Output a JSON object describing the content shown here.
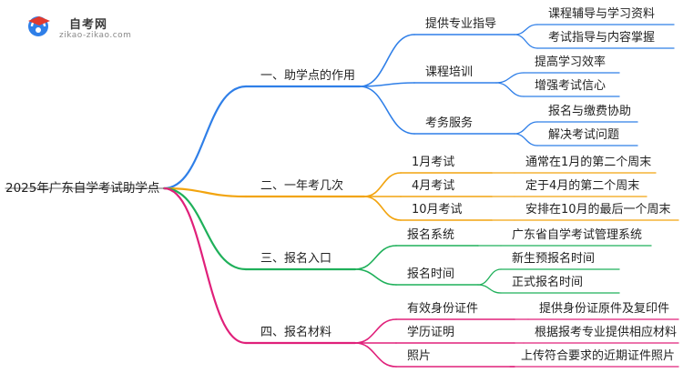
{
  "logo": {
    "name": "自考网",
    "url": "zikao-zikao.com"
  },
  "colors": {
    "blue": "#2f7fe8",
    "orange": "#f2a40f",
    "green": "#1fb05a",
    "pink": "#e0207a"
  },
  "root": "2025年广东自学考试助学点",
  "branches": [
    {
      "label": "一、助学点的作用",
      "children": [
        {
          "label": "提供专业指导",
          "children": [
            "课程辅导与学习资料",
            "考试指导与内容掌握"
          ]
        },
        {
          "label": "课程培训",
          "children": [
            "提高学习效率",
            "增强考试信心"
          ]
        },
        {
          "label": "考务服务",
          "children": [
            "报名与缴费协助",
            "解决考试问题"
          ]
        }
      ]
    },
    {
      "label": "二、一年考几次",
      "children": [
        {
          "label": "1月考试",
          "children": [
            "通常在1月的第二个周末"
          ]
        },
        {
          "label": "4月考试",
          "children": [
            "定于4月的第二个周末"
          ]
        },
        {
          "label": "10月考试",
          "children": [
            "安排在10月的最后一个周末"
          ]
        }
      ]
    },
    {
      "label": "三、报名入口",
      "children": [
        {
          "label": "报名系统",
          "children": [
            "广东省自学考试管理系统"
          ]
        },
        {
          "label": "报名时间",
          "children": [
            "新生预报名时间",
            "正式报名时间"
          ]
        }
      ]
    },
    {
      "label": "四、报名材料",
      "children": [
        {
          "label": "有效身份证件",
          "children": [
            "提供身份证原件及复印件"
          ]
        },
        {
          "label": "学历证明",
          "children": [
            "根据报考专业提供相应材料"
          ]
        },
        {
          "label": "照片",
          "children": [
            "上传符合要求的近期证件照片"
          ]
        }
      ]
    }
  ]
}
